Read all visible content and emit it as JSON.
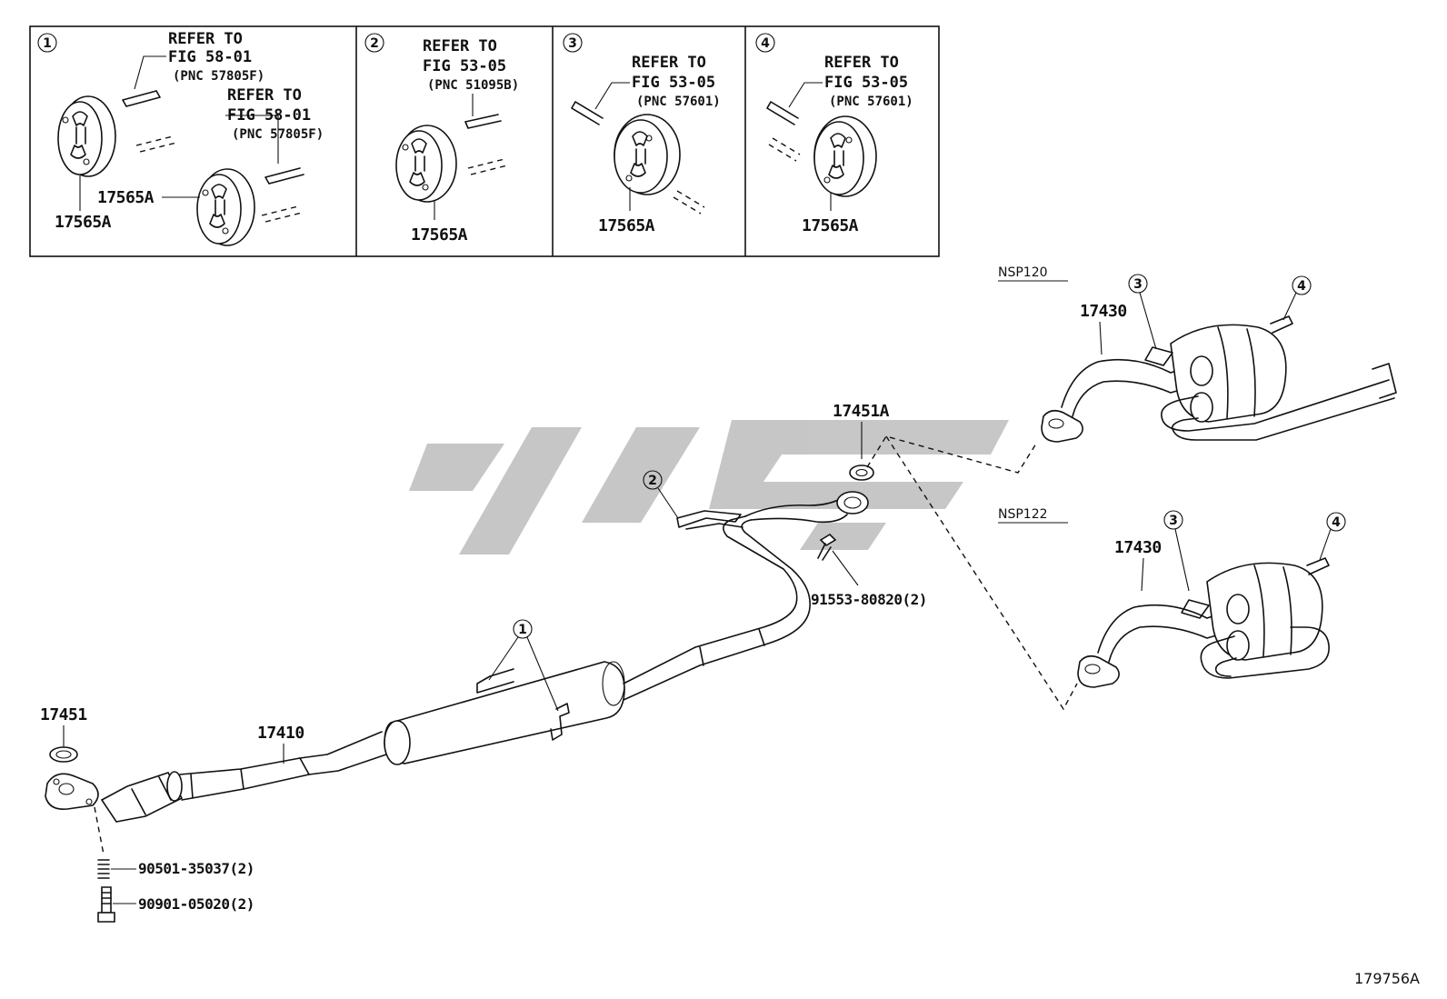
{
  "inset_panels": [
    {
      "number": "1",
      "refs": [
        {
          "line1": "REFER TO",
          "line2": "FIG 58-01",
          "pnc": "(PNC 57805F)"
        },
        {
          "line1": "REFER TO",
          "line2": "FIG 58-01",
          "pnc": "(PNC 57805F)"
        }
      ],
      "parts": [
        "17565A",
        "17565A"
      ]
    },
    {
      "number": "2",
      "refs": [
        {
          "line1": "REFER TO",
          "line2": "FIG 53-05",
          "pnc": "(PNC 51095B)"
        }
      ],
      "parts": [
        "17565A"
      ]
    },
    {
      "number": "3",
      "refs": [
        {
          "line1": "REFER TO",
          "line2": "FIG 53-05",
          "pnc": "(PNC 57601)"
        }
      ],
      "parts": [
        "17565A"
      ]
    },
    {
      "number": "4",
      "refs": [
        {
          "line1": "REFER TO",
          "line2": "FIG 53-05",
          "pnc": "(PNC 57601)"
        }
      ],
      "parts": [
        "17565A"
      ]
    }
  ],
  "variants": {
    "top": {
      "model": "NSP120",
      "part": "17430",
      "callouts": [
        "3",
        "4"
      ]
    },
    "bottom": {
      "model": "NSP122",
      "part": "17430",
      "callouts": [
        "3",
        "4"
      ]
    }
  },
  "main_labels": {
    "gasket_front": "17451",
    "front_pipe": "17410",
    "gasket_center": "17451A",
    "bolt_center": "91553-80820(2)",
    "spring": "90501-35037(2)",
    "bolt_front": "90901-05020(2)"
  },
  "main_callouts": {
    "hanger_center": "2",
    "hanger_front": "1"
  },
  "figure_number": "179756A",
  "watermark": {
    "color": "#c4c4c4"
  }
}
